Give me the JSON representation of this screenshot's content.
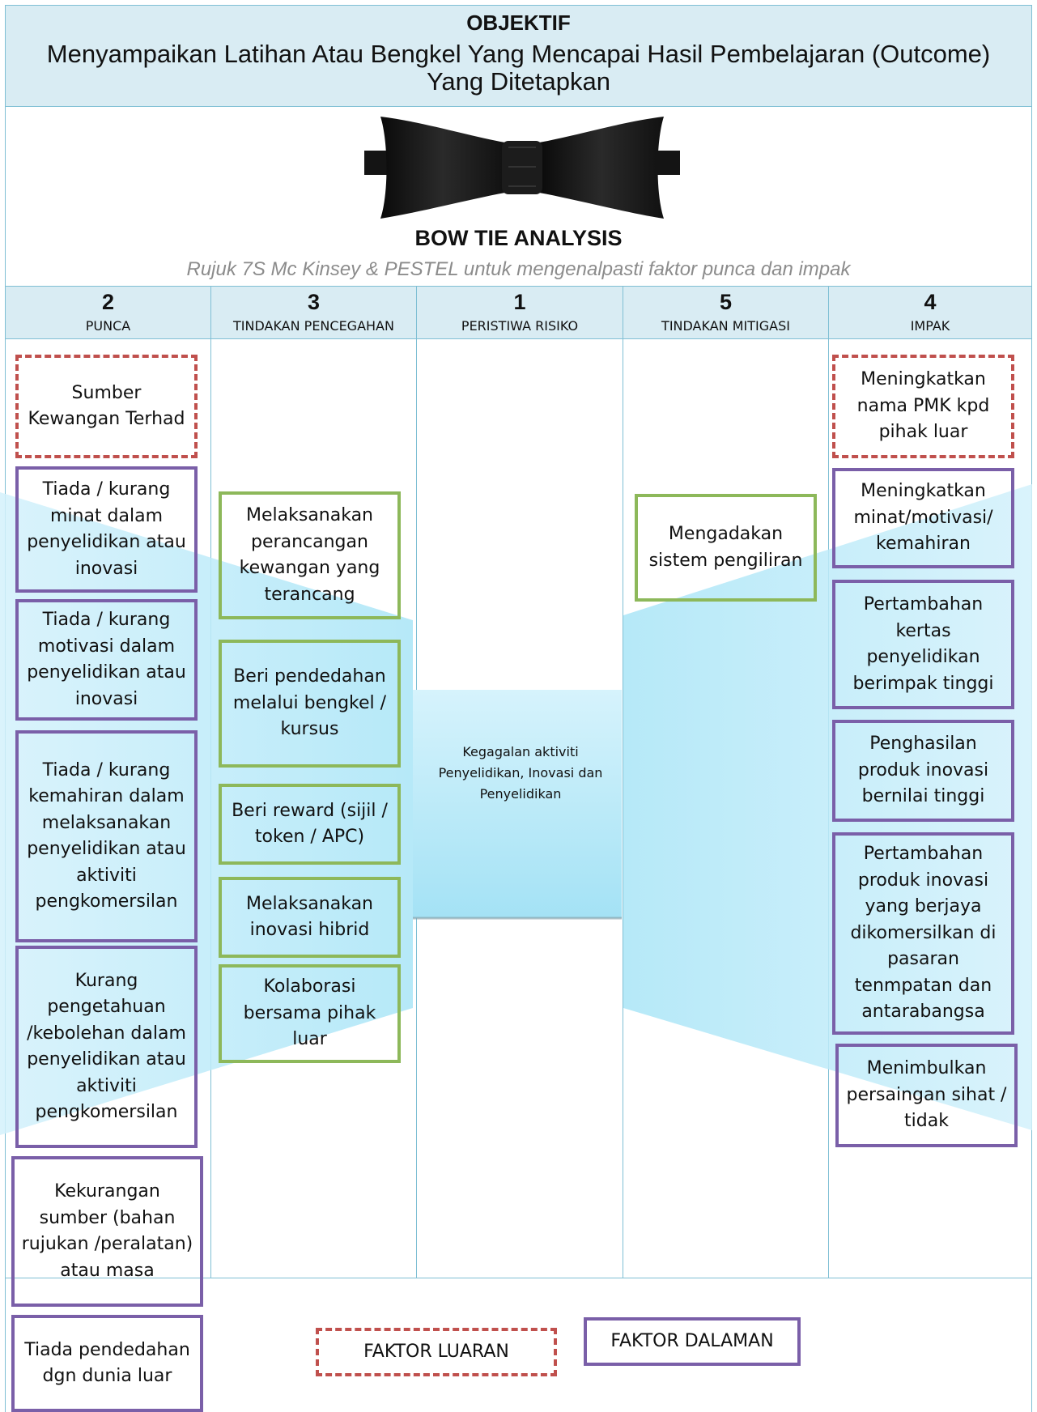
{
  "header": {
    "objective_title": "OBJEKTIF",
    "objective_text": "Menyampaikan Latihan Atau Bengkel Yang Mencapai Hasil Pembelajaran (Outcome) Yang Ditetapkan"
  },
  "analysis": {
    "title": "BOW TIE ANALYSIS",
    "subtitle": "Rujuk 7S Mc Kinsey & PESTEL untuk mengenalpasti faktor punca dan impak"
  },
  "columns": [
    {
      "number": "2",
      "label": "PUNCA"
    },
    {
      "number": "3",
      "label": "TINDAKAN PENCEGAHAN"
    },
    {
      "number": "1",
      "label": "PERISTIWA RISIKO"
    },
    {
      "number": "5",
      "label": "TINDAKAN MITIGASI"
    },
    {
      "number": "4",
      "label": "IMPAK"
    }
  ],
  "punca": [
    "Sumber Kewangan Terhad",
    "Tiada / kurang minat dalam penyelidikan atau inovasi",
    "Tiada / kurang motivasi dalam penyelidikan atau inovasi",
    "Tiada / kurang kemahiran dalam melaksanakan penyelidikan atau aktiviti pengkomersilan",
    "Kurang pengetahuan /kebolehan dalam penyelidikan atau aktiviti pengkomersilan",
    "Kekurangan sumber (bahan rujukan /peralatan) atau masa",
    "Tiada pendedahan dgn dunia luar"
  ],
  "pencegahan": [
    "Melaksanakan perancangan kewangan yang terancang",
    "Beri pendedahan melalui bengkel / kursus",
    "Beri reward (sijil / token / APC)",
    "Melaksanakan inovasi hibrid",
    "Kolaborasi bersama pihak luar"
  ],
  "peristiwa": "Kegagalan aktiviti Penyelidikan, Inovasi dan Penyelidikan",
  "mitigasi": [
    "Mengadakan sistem pengiliran"
  ],
  "impak": [
    "Meningkatkan nama PMK kpd pihak luar",
    "Meningkatkan minat/motivasi/ kemahiran",
    "Pertambahan kertas penyelidikan berimpak tinggi",
    "Penghasilan produk inovasi bernilai tinggi",
    "Pertambahan produk inovasi yang berjaya dikomersilkan di pasaran tenmpatan dan antarabangsa",
    "Menimbulkan persaingan sihat / tidak"
  ],
  "legend": {
    "external": "FAKTOR LUARAN",
    "internal": "FAKTOR DALAMAN"
  },
  "colors": {
    "header_bg": "#d9ecf3",
    "grid_line": "#7fbfd4",
    "internal_border": "#7a5fa8",
    "prevention_border": "#8db85a",
    "external_border": "#c0504d",
    "bowtie_fill": "#bfe9f7"
  }
}
